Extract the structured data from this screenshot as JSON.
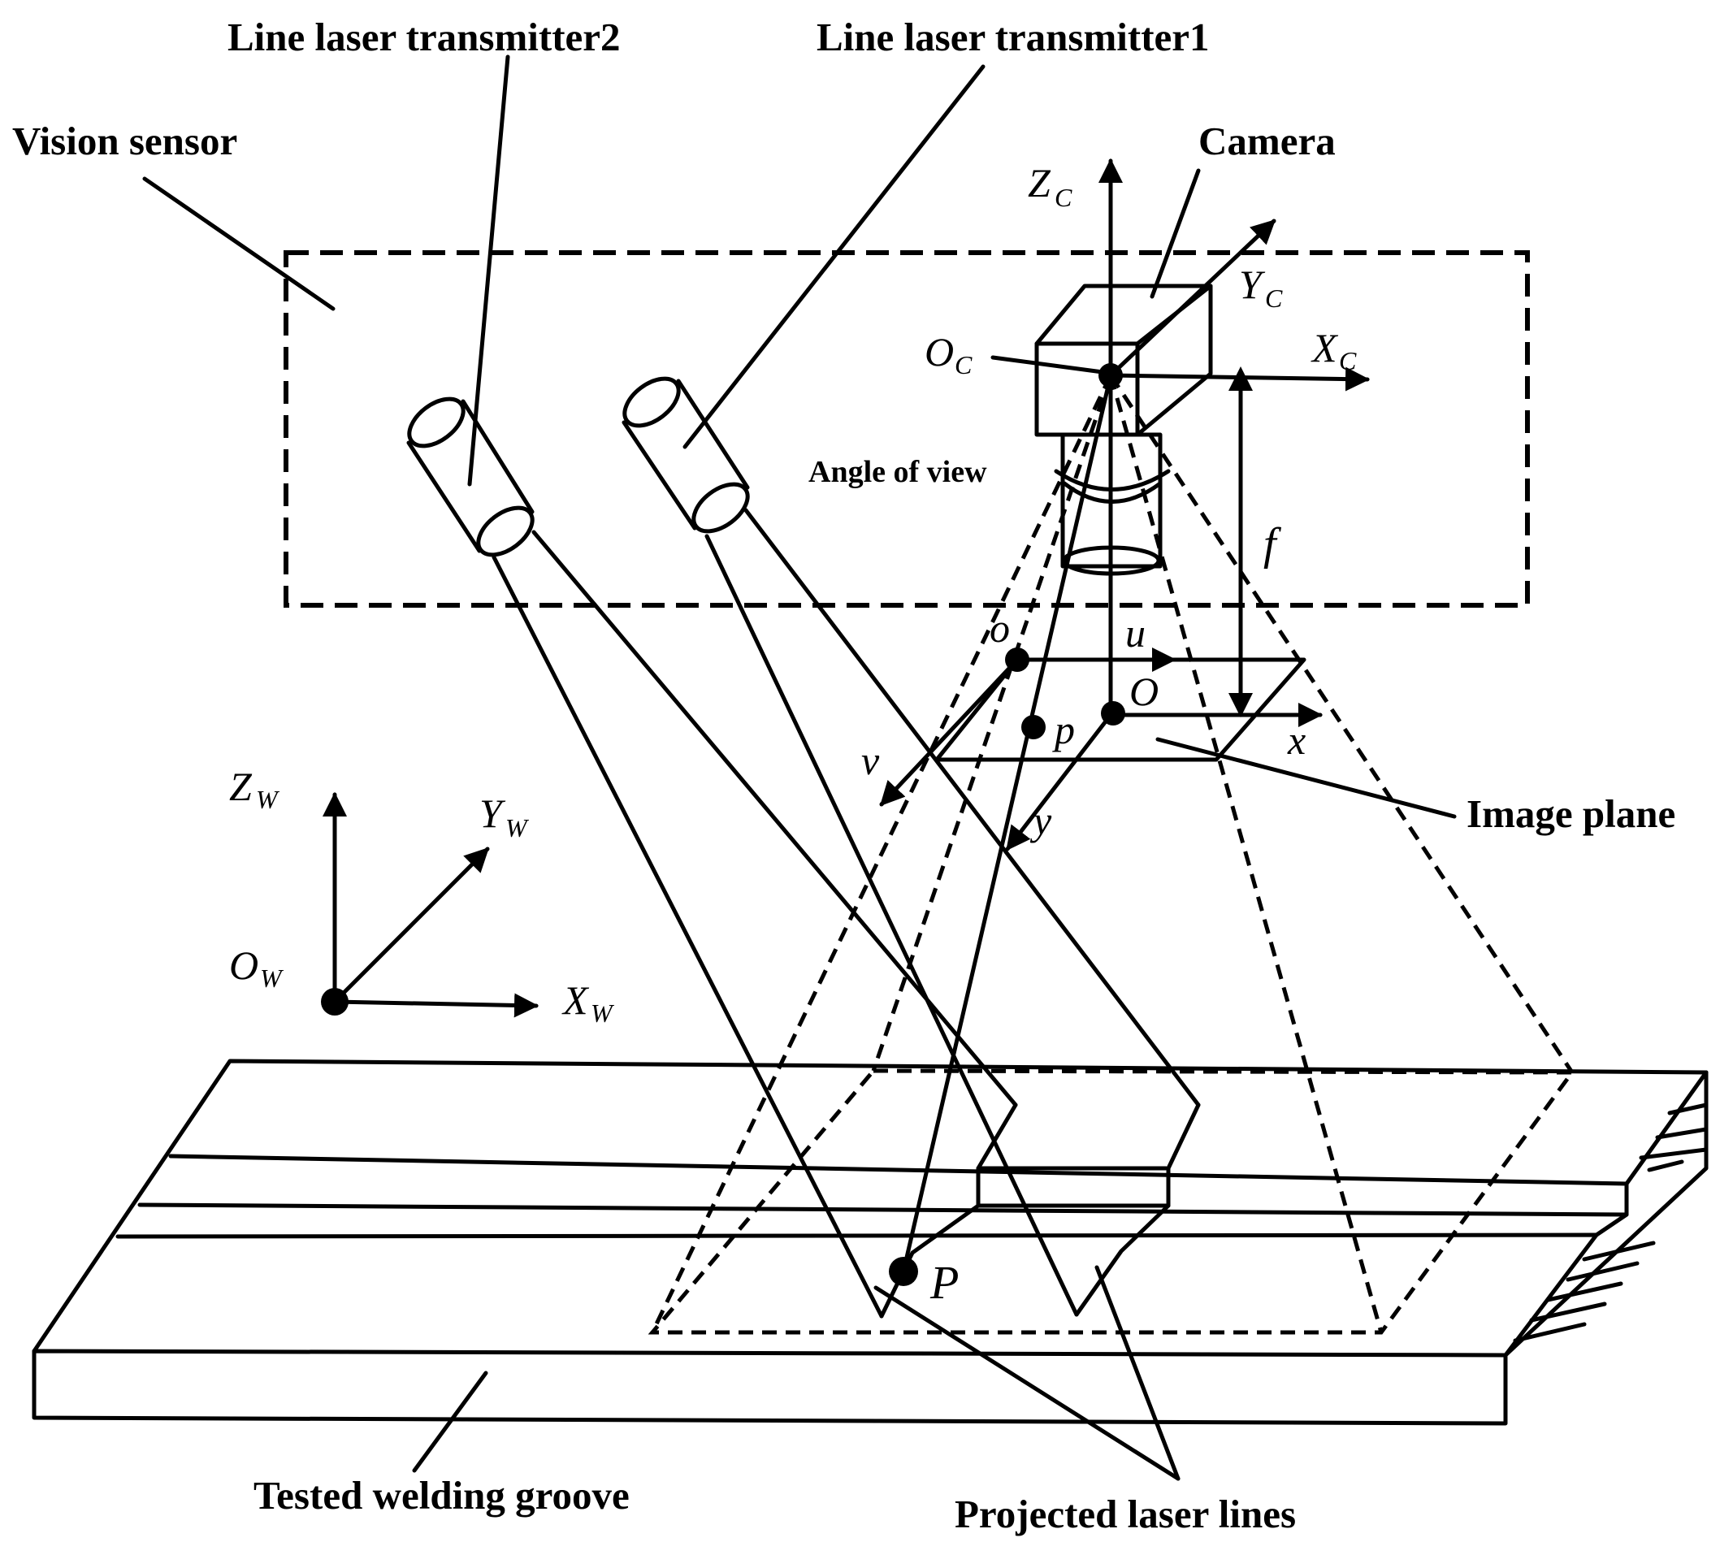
{
  "labels": {
    "laser2": "Line laser transmitter2",
    "laser1": "Line laser transmitter1",
    "vision_sensor": "Vision sensor",
    "camera": "Camera",
    "angle_of_view": "Angle of view",
    "image_plane": "Image plane",
    "groove": "Tested welding groove",
    "projected": "Projected laser lines"
  },
  "symbols": {
    "zc": "Z",
    "zc_sub": "C",
    "yc": "Y",
    "yc_sub": "C",
    "xc": "X",
    "xc_sub": "C",
    "oc": "O",
    "oc_sub": "C",
    "f": "f",
    "o_small": "o",
    "u": "u",
    "O_img": "O",
    "p_small": "p",
    "x_img": "x",
    "v": "v",
    "y_img": "y",
    "zw": "Z",
    "zw_sub": "W",
    "yw": "Y",
    "yw_sub": "W",
    "ow": "O",
    "ow_sub": "W",
    "xw": "X",
    "xw_sub": "W",
    "P_world": "P"
  }
}
